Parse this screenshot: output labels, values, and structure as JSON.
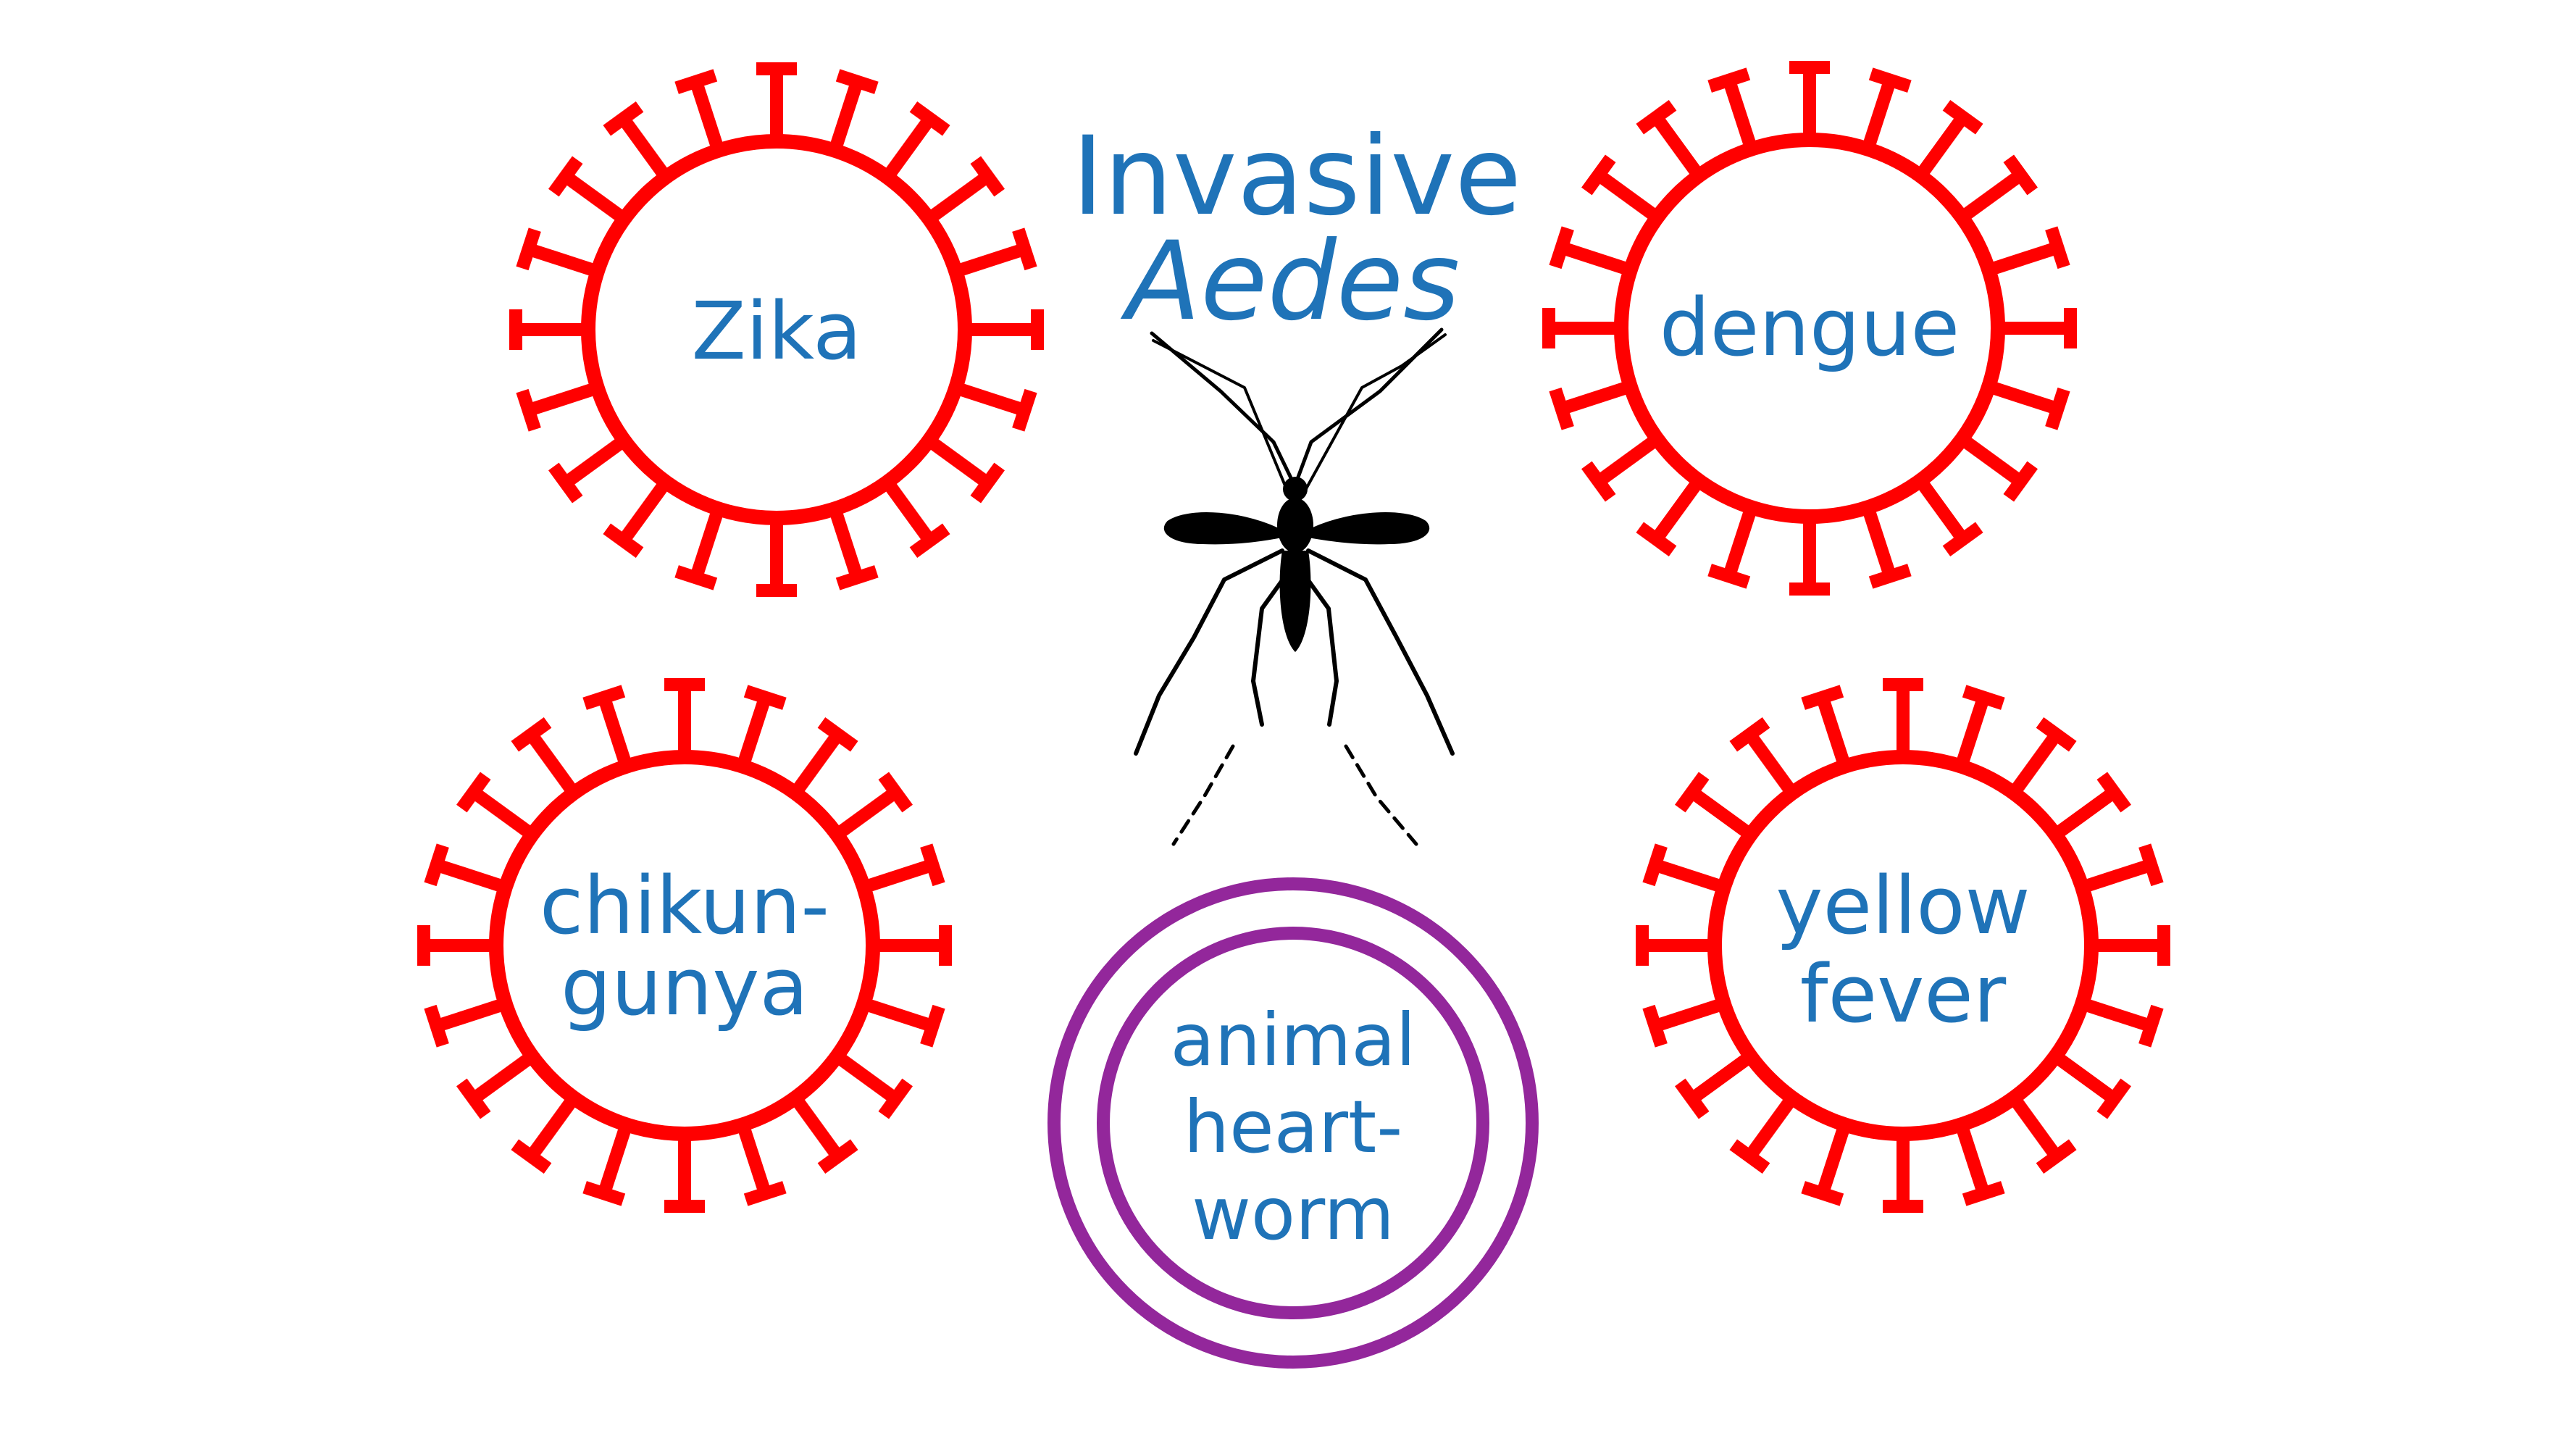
{
  "title": {
    "line1": "Invasive",
    "line2": "Aedes"
  },
  "colors": {
    "virus_red": "#ff0000",
    "text_blue": "#1f73b8",
    "worm_purple": "#93279b",
    "mosquito_black": "#000000"
  },
  "diseases": [
    {
      "id": "zika",
      "kind": "virus",
      "lines": [
        "Zika"
      ]
    },
    {
      "id": "dengue",
      "kind": "virus",
      "lines": [
        "dengue"
      ]
    },
    {
      "id": "chikungunya",
      "kind": "virus",
      "lines": [
        "chikun-",
        "gunya"
      ]
    },
    {
      "id": "yellow-fever",
      "kind": "virus",
      "lines": [
        "yellow",
        "fever"
      ]
    },
    {
      "id": "heartworm",
      "kind": "worm",
      "lines": [
        "animal",
        "heart-",
        "worm"
      ]
    }
  ],
  "icons": {
    "vector": "mosquito-icon"
  }
}
